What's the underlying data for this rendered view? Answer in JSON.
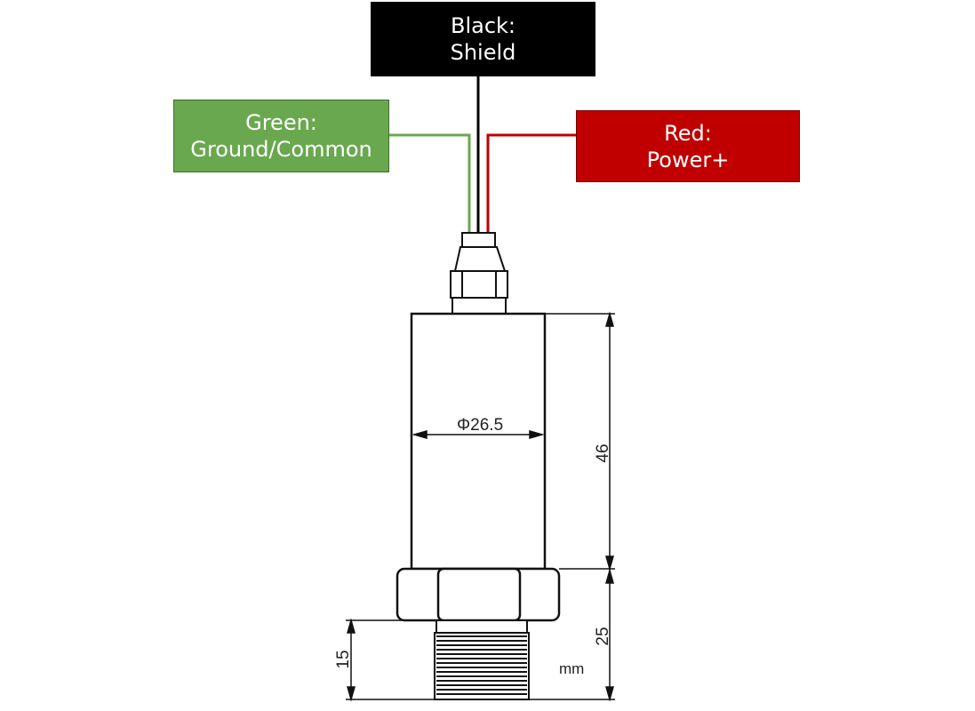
{
  "wires": {
    "black": {
      "color_name": "Black:",
      "function": "Shield",
      "color": "#000000"
    },
    "green": {
      "color_name": "Green:",
      "function": "Ground/Common",
      "color": "#6aa84f"
    },
    "red": {
      "color_name": "Red:",
      "function": "Power+",
      "color": "#c00000"
    }
  },
  "dimensions": {
    "diameter": "Φ26.5",
    "body_height": "46",
    "fitting_height": "25",
    "thread_length": "15",
    "unit": "mm"
  }
}
